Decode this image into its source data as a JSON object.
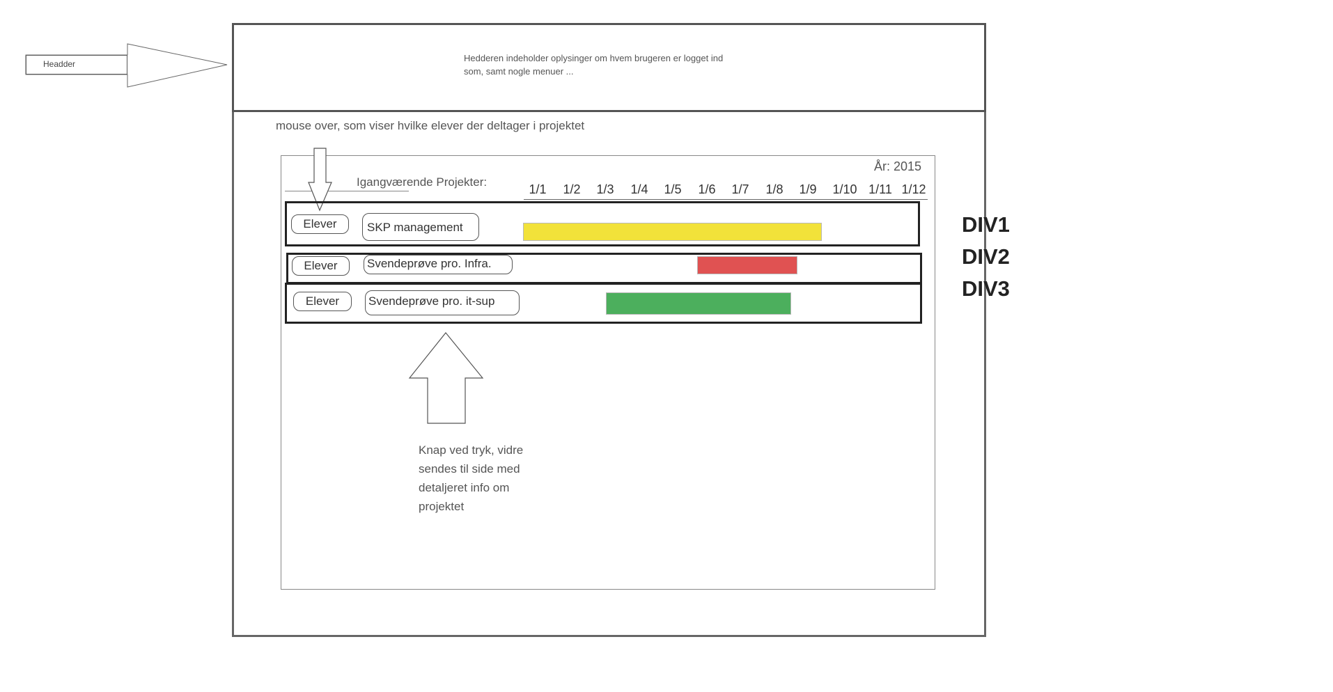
{
  "header": {
    "label": "Headder",
    "description": "Hedderen indeholder oplysinger om hvem brugeren er logget ind som, samt nogle menuer ..."
  },
  "annotations": {
    "mouse_over": "mouse over, som viser hvilke elever der deltager i projektet",
    "button_note": "Knap ved tryk, vidre sendes til side med detaljeret info om projektet"
  },
  "content": {
    "year_label": "År: 2015",
    "projects_heading": "Igangværende Projekter:",
    "months": [
      "1/1",
      "1/2",
      "1/3",
      "1/4",
      "1/5",
      "1/6",
      "1/7",
      "1/8",
      "1/9",
      "1/10",
      "1/11",
      "1/12"
    ]
  },
  "rows": [
    {
      "div_label": "DIV1",
      "elever_label": "Elever",
      "project_name": "SKP management",
      "color": "#f2e23a"
    },
    {
      "div_label": "DIV2",
      "elever_label": "Elever",
      "project_name": "Svendeprøve pro. Infra.",
      "color": "#e05252"
    },
    {
      "div_label": "DIV3",
      "elever_label": "Elever",
      "project_name": "Svendeprøve pro. it-sup",
      "color": "#4caf5d"
    }
  ]
}
